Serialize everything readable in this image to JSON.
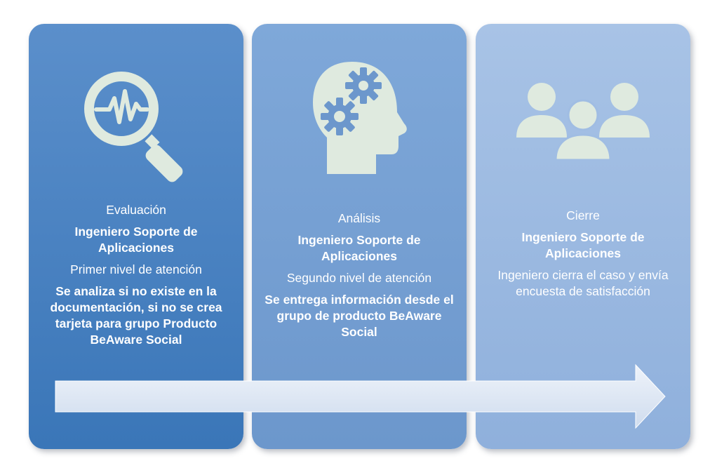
{
  "stages": [
    {
      "phase": "Evaluación",
      "role": "Ingeniero Soporte de Aplicaciones",
      "level": "Primer nivel de atención",
      "description": "Se analiza si no existe en la documentación, si no se crea tarjeta para grupo Producto BeAware Social",
      "icon": "magnifier-pulse-icon"
    },
    {
      "phase": "Análisis",
      "role": "Ingeniero Soporte de Aplicaciones",
      "level": "Segundo nivel de atención",
      "description": "Se entrega información desde el grupo de producto BeAware Social",
      "icon": "head-gears-icon"
    },
    {
      "phase": "Cierre",
      "role": "Ingeniero Soporte de Aplicaciones",
      "level": "",
      "description": "Ingeniero cierra el caso y envía encuesta de satisfacción",
      "icon": "group-people-icon"
    }
  ],
  "colors": {
    "stage1": "#3a76b8",
    "stage2": "#6c97cc",
    "stage3": "#8fb0dc",
    "icon_fill": "#dfeadf",
    "arrow_fill": "#dbe6f4"
  }
}
